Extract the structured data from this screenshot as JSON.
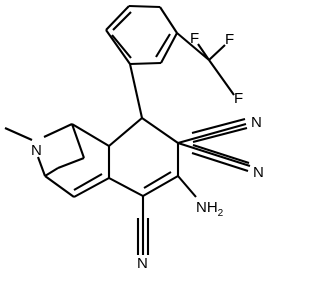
{
  "molecule": {
    "atoms": {
      "n": "N",
      "f1": "F",
      "f2": "F",
      "f3": "F",
      "amine_n": "NH",
      "amine_sub": "2",
      "nitrile_top": "N",
      "nitrile_mid": "N",
      "nitrile_bottom": "N"
    }
  }
}
